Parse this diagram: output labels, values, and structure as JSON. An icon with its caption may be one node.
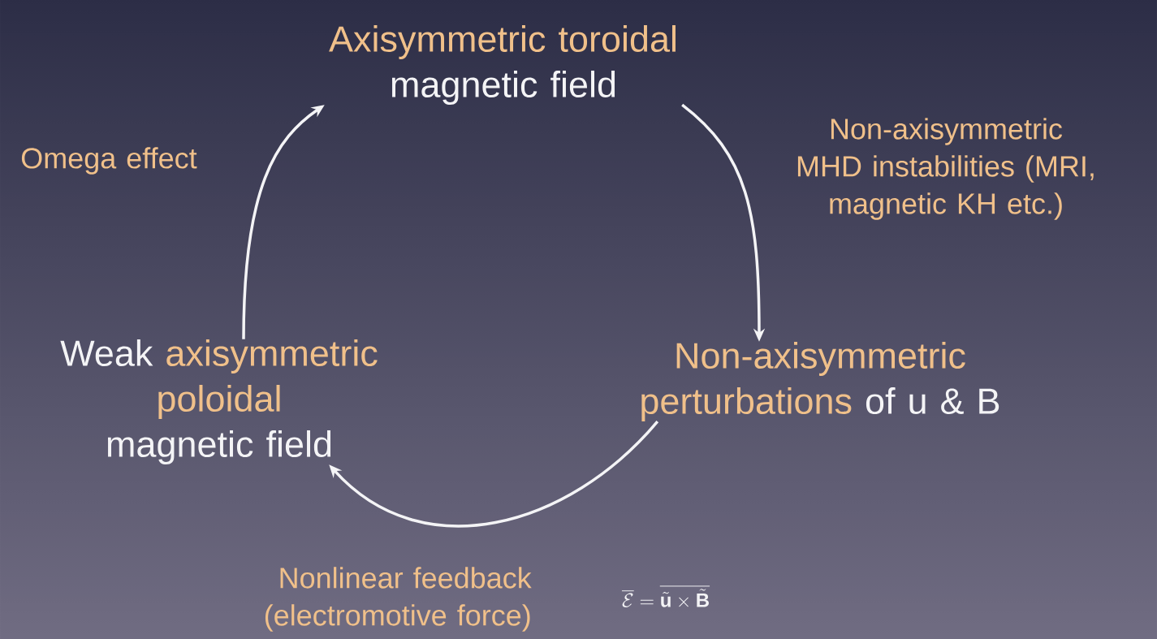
{
  "diagram": {
    "nodes": [
      {
        "text": [
          "Axisymmetric toroidal",
          "magnetic field"
        ]
      },
      {
        "text": [
          "Non-axisymmetric perturbations",
          "of u & B"
        ]
      },
      {
        "text": [
          "Weak",
          "axisymmetric poloidal",
          "magnetic field"
        ]
      }
    ],
    "edges": [
      {
        "from": 0,
        "to": 1,
        "arrow": "to",
        "label": "Non-axisymmetric MHD instabilities (MRI, magnetic KH etc.)"
      },
      {
        "from": 1,
        "to": 2,
        "arrow": "to",
        "label": "Nonlinear feedback (electromotive force)"
      },
      {
        "from": 2,
        "to": 0,
        "arrow": "to",
        "label": "Omega effect"
      }
    ],
    "labels": [
      "\\overline{\\mathcal{E}} = \\overline{\\tilde{\\mathbf{u}} \\times \\tilde{\\mathbf{B}}}"
    ]
  }
}
